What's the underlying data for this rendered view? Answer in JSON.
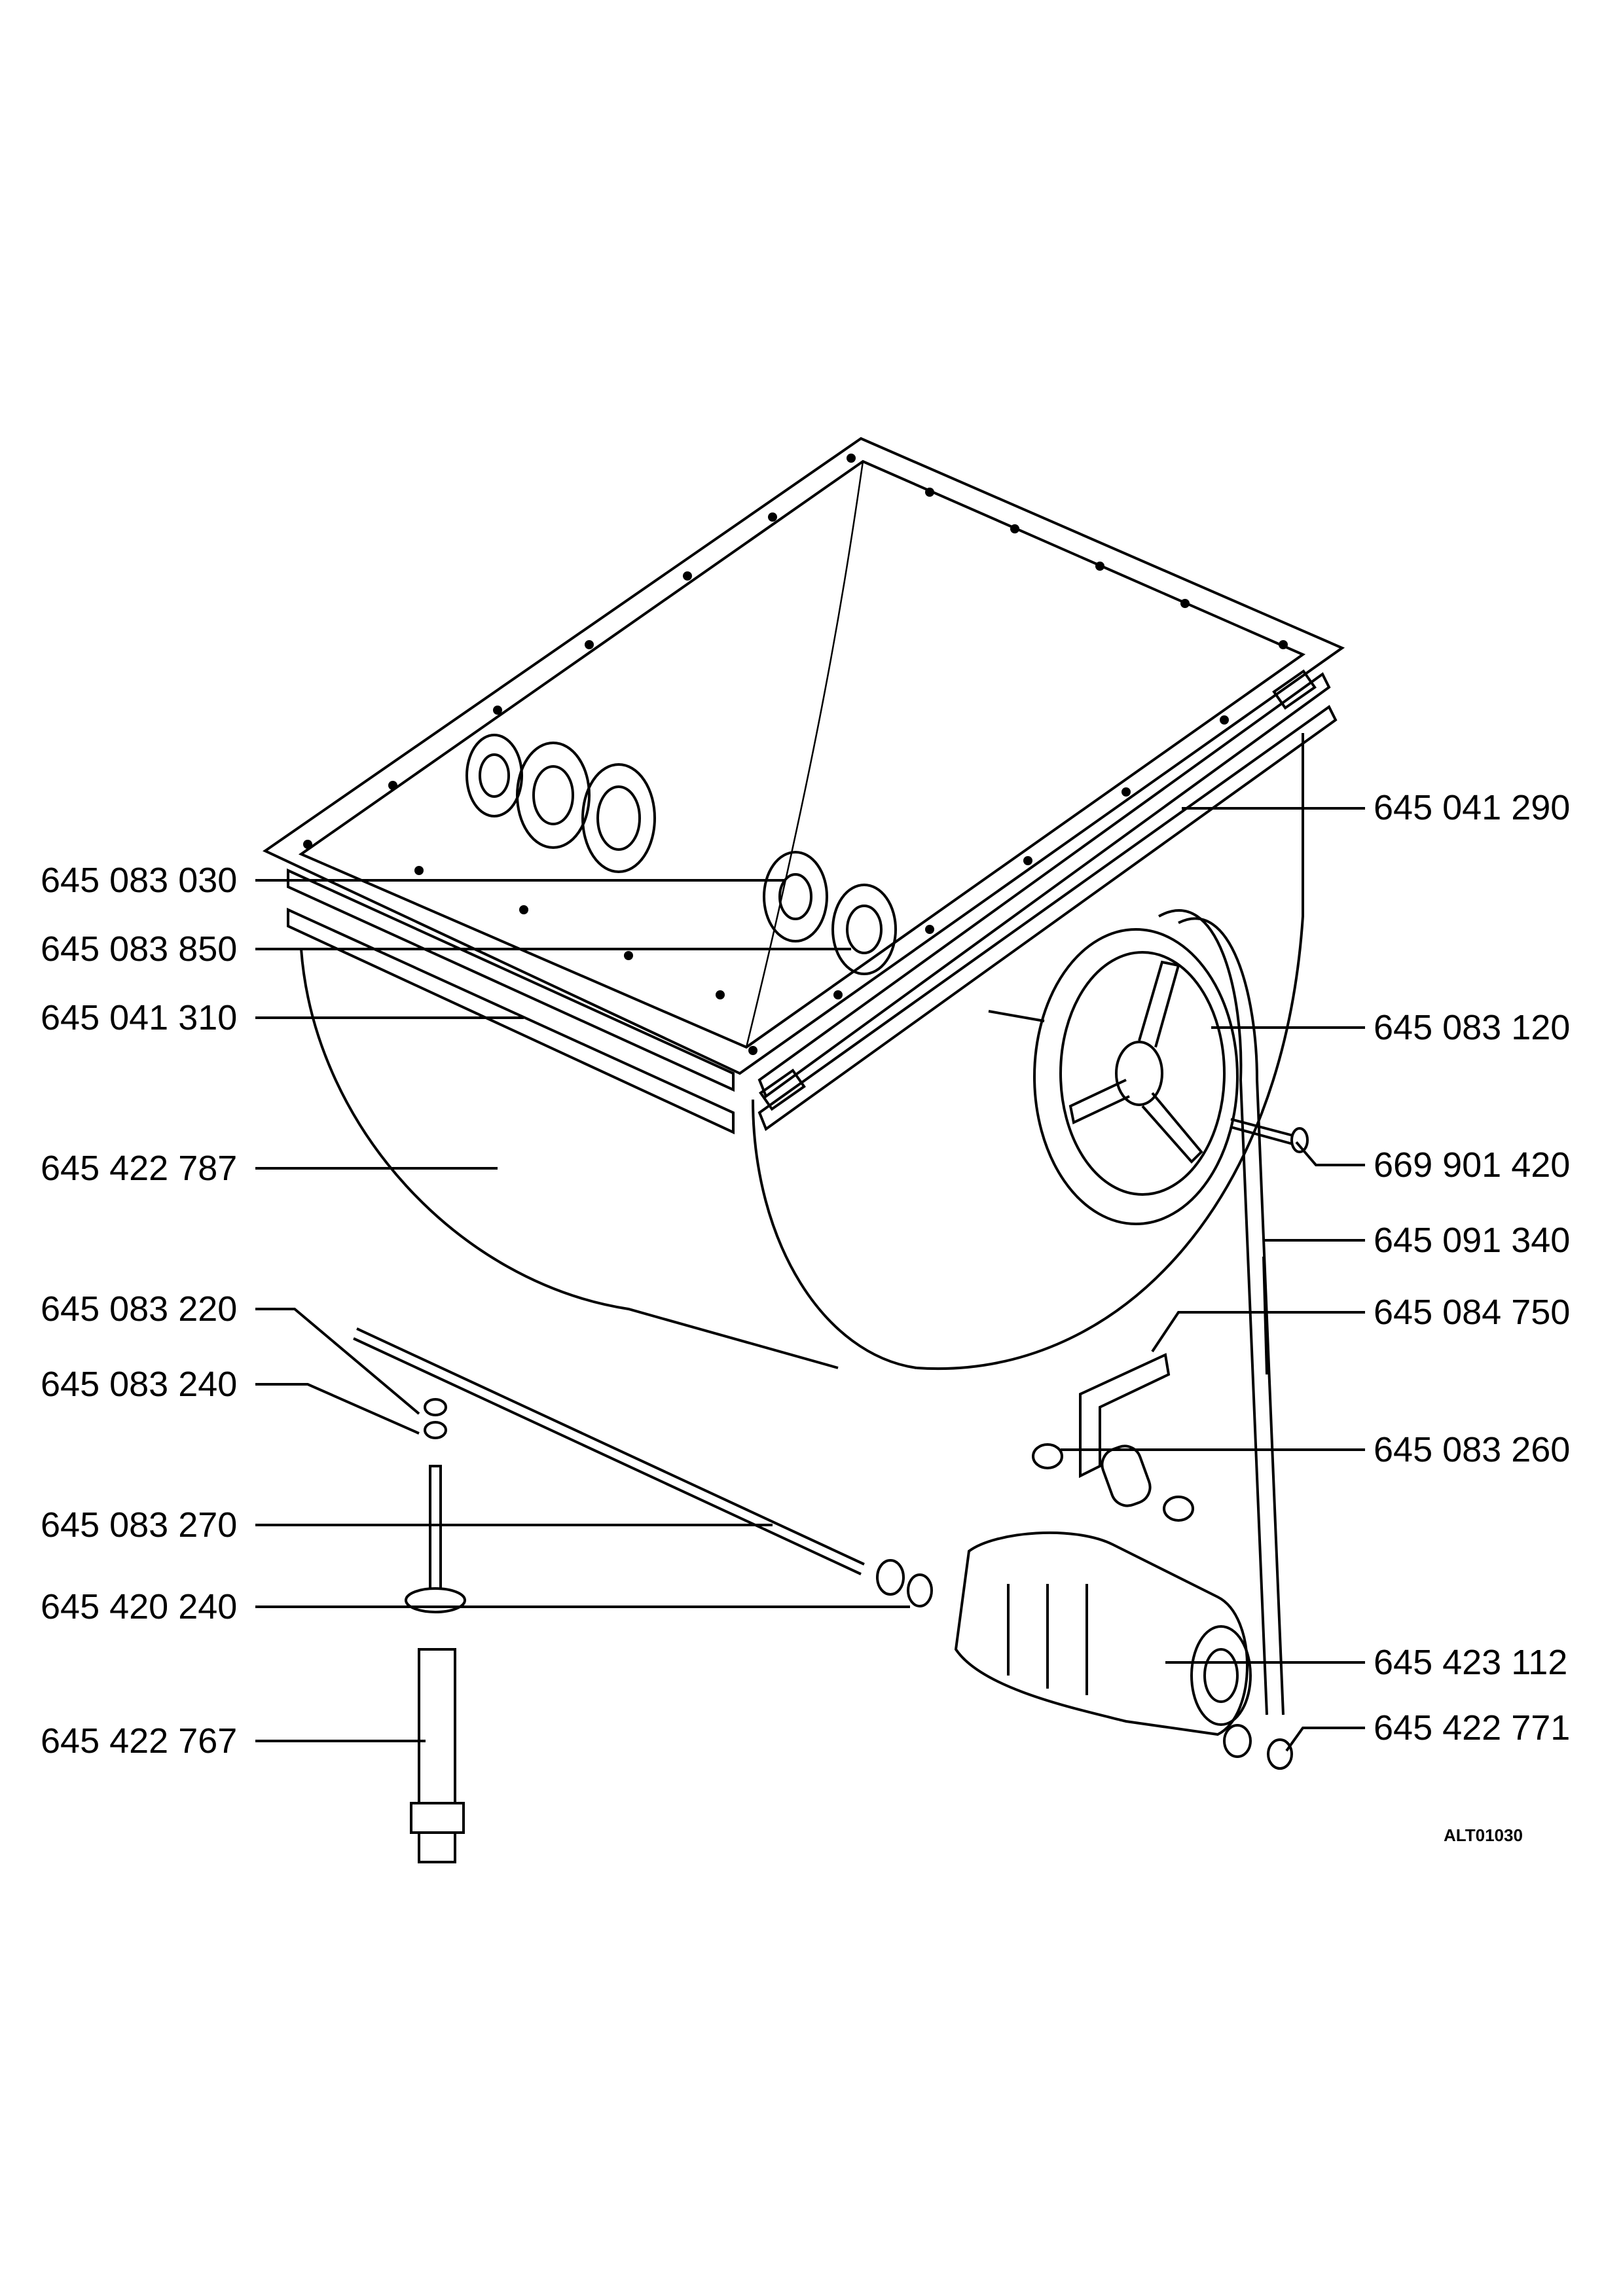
{
  "labels": {
    "p1": "645 041 290",
    "p2": "645 083 030",
    "p3": "645 083 850",
    "p4": "645 041 310",
    "p5": "645 083 120",
    "p6": "645 422 787",
    "p7": "669 901 420",
    "p8": "645 091 340",
    "p9": "645 083 220",
    "p10": "645 084 750",
    "p11": "645 083 240",
    "p12": "645 083 260",
    "p13": "645 083 270",
    "p14": "645 420 240",
    "p15": "645 423 112",
    "p16": "645 422 767",
    "p17": "645 422 771"
  },
  "reference_code": "ALT01030"
}
